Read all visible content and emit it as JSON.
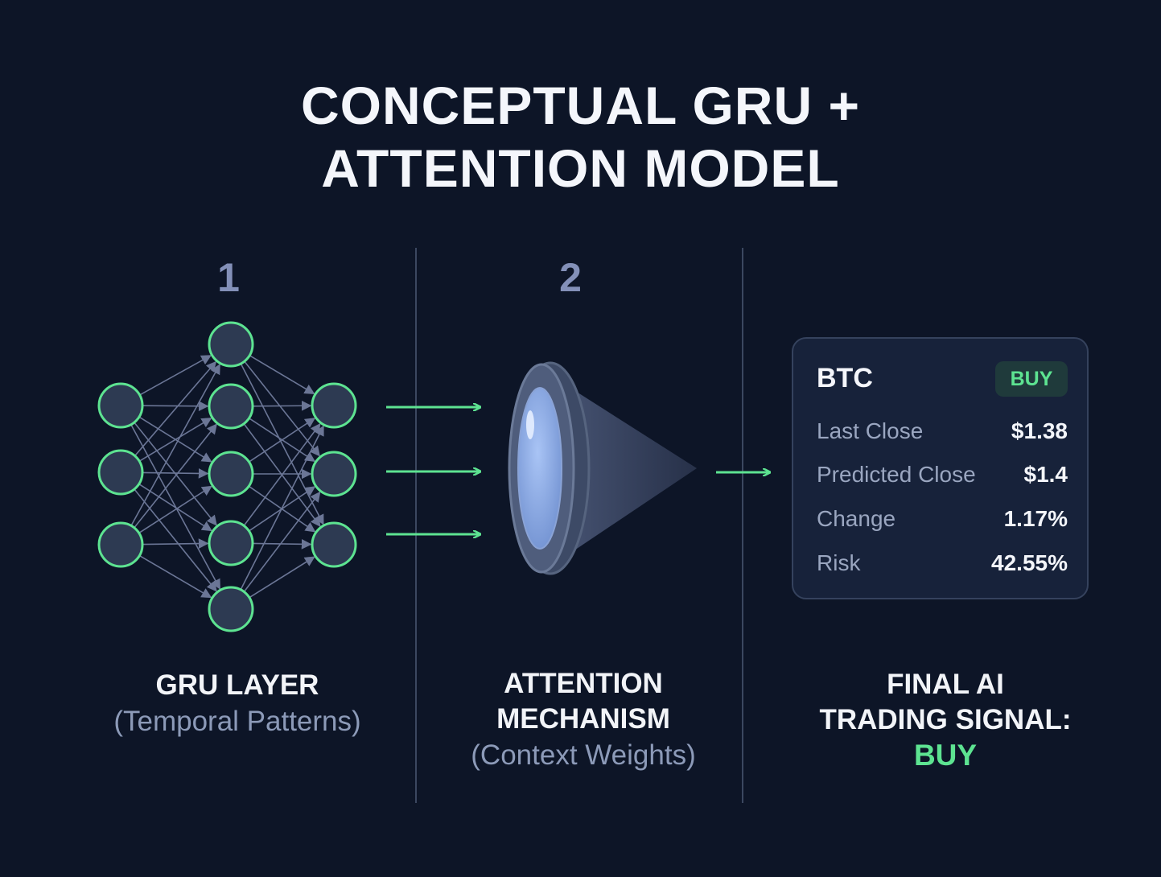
{
  "title": {
    "line1": "CONCEPTUAL GRU +",
    "line2": "ATTENTION MODEL"
  },
  "steps": {
    "step1_number": "1",
    "step2_number": "2"
  },
  "gru_section": {
    "heading": "GRU LAYER",
    "subtitle": "(Temporal Patterns)"
  },
  "attention_section": {
    "heading_line1": "ATTENTION",
    "heading_line2": "MECHANISM",
    "subtitle": "(Context Weights)"
  },
  "signal_section": {
    "heading_line1": "FINAL AI",
    "heading_line2": "TRADING SIGNAL:",
    "signal": "BUY"
  },
  "card": {
    "ticker": "BTC",
    "badge": "BUY",
    "rows": [
      {
        "label": "Last Close",
        "value": "$1.38"
      },
      {
        "label": "Predicted Close",
        "value": "$1.4"
      },
      {
        "label": "Change",
        "value": "1.17%"
      },
      {
        "label": "Risk",
        "value": "42.55%"
      }
    ]
  },
  "colors": {
    "background": "#0d1527",
    "accent_green": "#5de391",
    "node_fill": "#2d3a52",
    "edge": "#6b7696",
    "muted_text": "#8c9ab8"
  },
  "icons": {
    "arrow": "right-arrow-icon",
    "lens": "attention-lens-icon"
  }
}
